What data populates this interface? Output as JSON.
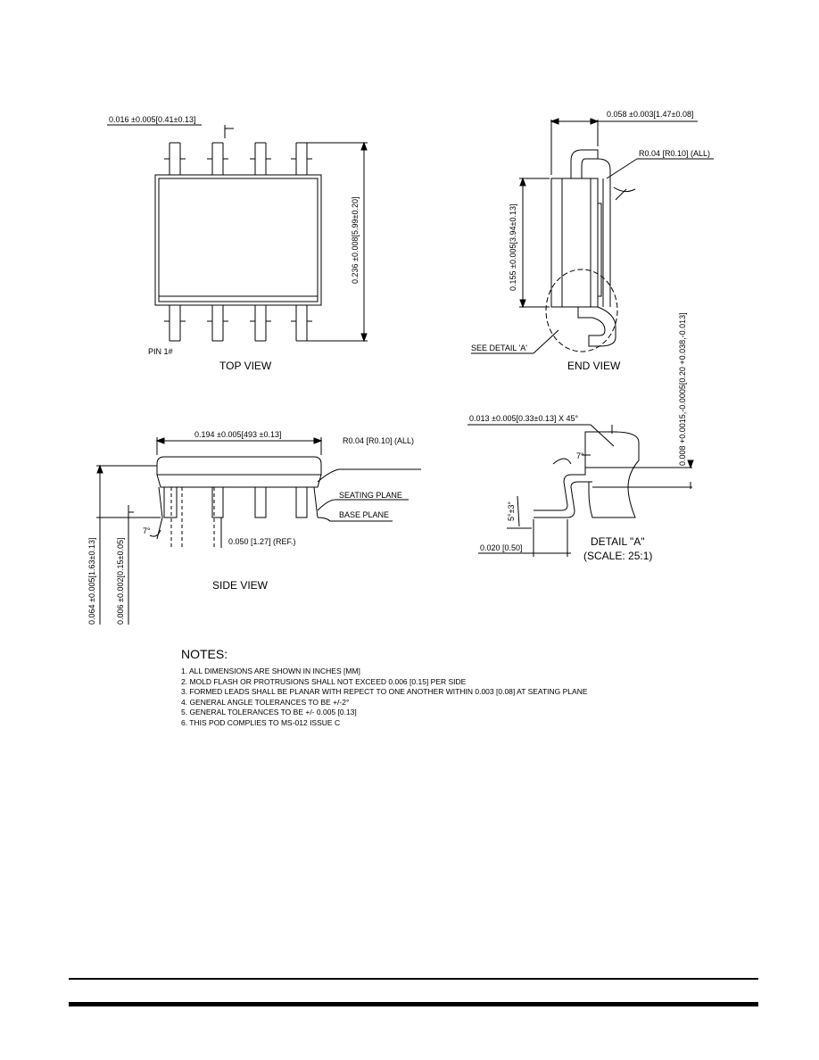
{
  "top_view": {
    "title": "TOP VIEW",
    "pin1_label": "PIN 1#",
    "lead_width_dim": "0.016 ±0.005[0.41±0.13]",
    "body_width_dim": "0.236 ±0.008[5.99±0.20]"
  },
  "end_view": {
    "title": "END VIEW",
    "lead_thickness_dim": "0.058 ±0.003[1.47±0.08]",
    "radius_note": "R0.04 [R0.10] (ALL)",
    "body_height_dim": "0.155 ±0.005[3.94±0.13]",
    "detail_callout": "SEE DETAIL 'A'",
    "lead_foot_dim": "0.008 +0.0015,-0.0005[0.20 +0.038,-0.013]"
  },
  "side_view": {
    "title": "SIDE VIEW",
    "length_dim": "0.194 ±0.005[493 ±0.13]",
    "radius_note": "R0.04 [R0.10] (ALL)",
    "seating_plane": "SEATING PLANE",
    "base_plane": "BASE PLANE",
    "angle": "7°",
    "pitch_dim": "0.050 [1.27] (REF.)",
    "height_dim": "0.064 ±0.005[1.63±0.13]",
    "standoff_dim": "0.006 ±0.002[0.15±0.05]"
  },
  "detail_a": {
    "title": "DETAIL \"A\"",
    "scale": "(SCALE: 25:1)",
    "chamfer_dim": "0.013 ±0.005[0.33±0.13] X 45°",
    "foot_length_dim": "0.020 [0.50]",
    "foot_angle": "5°±3°",
    "lead_angle": "7°"
  },
  "notes": {
    "title": "NOTES:",
    "items": [
      "1. ALL DIMENSIONS ARE SHOWN IN INCHES [MM]",
      "2. MOLD FLASH OR PROTRUSIONS SHALL NOT EXCEED 0.006 [0.15] PER SIDE",
      "3. FORMED LEADS SHALL BE PLANAR WITH REPECT TO ONE ANOTHER WITHIN 0.003 [0.08] AT SEATING PLANE",
      "4. GENERAL ANGLE TOLERANCES TO BE +/-2°",
      "5. GENERAL TOLERANCES TO BE +/- 0.005 [0.13]",
      "6. THIS POD COMPLIES TO MS-012 ISSUE C"
    ]
  }
}
